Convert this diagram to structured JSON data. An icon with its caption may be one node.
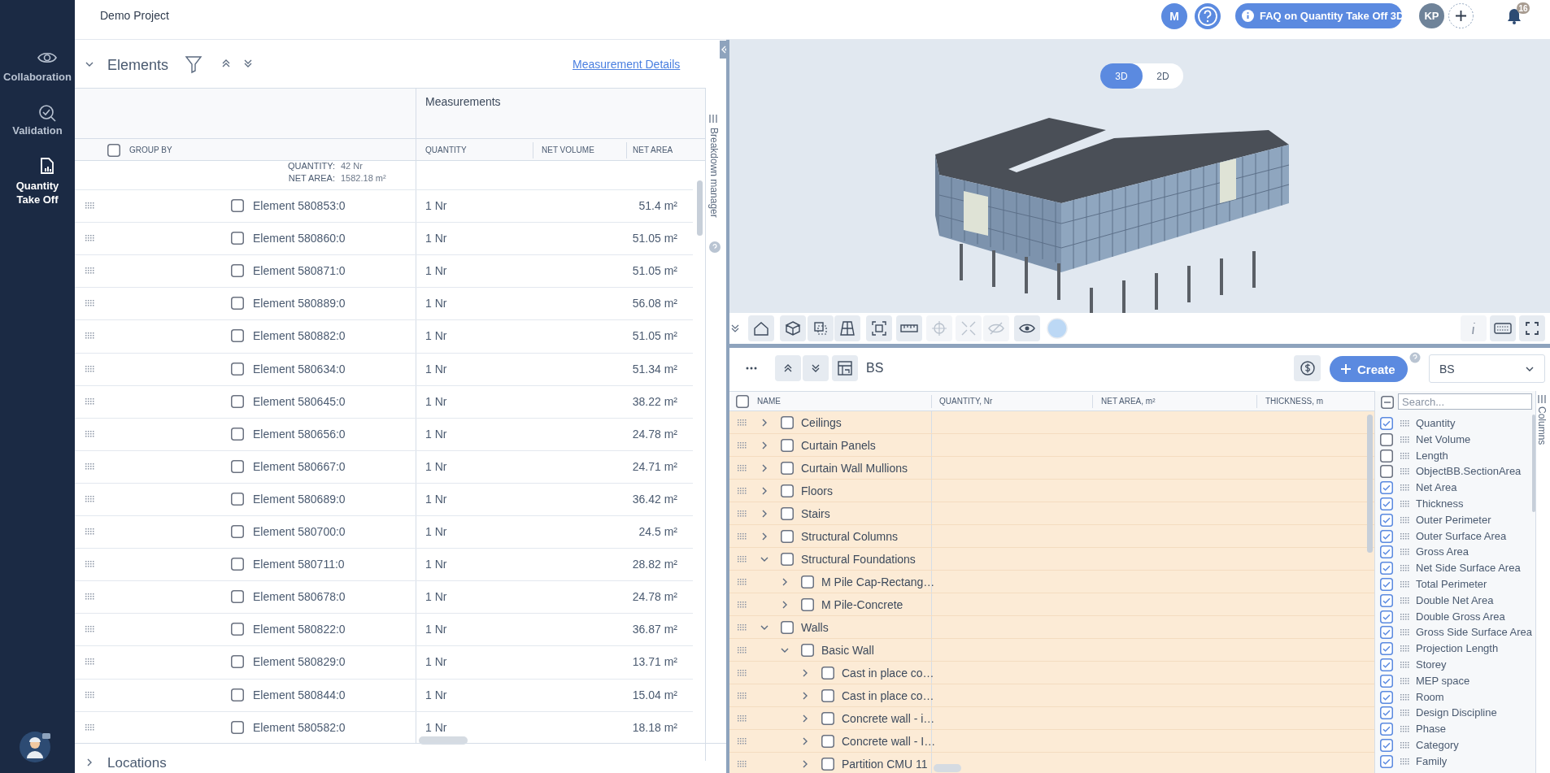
{
  "diagram": {
    "labels": [
      "Collaboration",
      "Validation",
      "Quantity Take Off",
      "Demo Project",
      "M",
      "FAQ on Quantity Take Off 3D",
      "KP",
      "16",
      "Elements",
      "Measurement Details",
      "Breakdown manager",
      "Measurements",
      "GROUP BY",
      "QUANTITY",
      "NET VOLUME",
      "NET AREA",
      "QUANTITY:",
      "42 Nr",
      "NET AREA:",
      "1582.18 m²",
      "Element 580853:0",
      "1 Nr",
      "51.4 m²",
      "Element 580860:0",
      "1 Nr",
      "51.05 m²",
      "Element 580871:0",
      "1 Nr",
      "51.05 m²",
      "Element 580889:0",
      "1 Nr",
      "56.08 m²",
      "Element 580882:0",
      "1 Nr",
      "51.05 m²",
      "Element 580634:0",
      "1 Nr",
      "51.34 m²",
      "Element 580645:0",
      "1 Nr",
      "38.22 m²",
      "Element 580656:0",
      "1 Nr",
      "24.78 m²",
      "Element 580667:0",
      "1 Nr",
      "24.71 m²",
      "Element 580689:0",
      "1 Nr",
      "36.42 m²",
      "Element 580700:0",
      "1 Nr",
      "24.5 m²",
      "Element 580711:0",
      "1 Nr",
      "28.82 m²",
      "Element 580678:0",
      "1 Nr",
      "24.78 m²",
      "Element 580822:0",
      "1 Nr",
      "36.87 m²",
      "Element 580829:0",
      "1 Nr",
      "13.71 m²",
      "Element 580844:0",
      "1 Nr",
      "15.04 m²",
      "Element 580582:0",
      "1 Nr",
      "18.18 m²",
      "Locations",
      "3D",
      "2D",
      "BS",
      "Create",
      "BS",
      "NAME",
      "QUANTITY, Nr",
      "NET AREA, m²",
      "THICKNESS, m",
      "Search...",
      "Ceilings",
      "Curtain Panels",
      "Curtain Wall Mullions",
      "Floors",
      "Stairs",
      "Structural Columns",
      "Structural Foundations",
      "M Pile Cap-Rectang…",
      "M Pile-Concrete",
      "Walls",
      "Basic Wall",
      "Cast in place co…",
      "Cast in place co…",
      "Concrete wall - i…",
      "Concrete wall - I…",
      "Partition CMU 11",
      "Quantity",
      "Net Volume",
      "Length",
      "ObjectBB.SectionArea",
      "Net Area",
      "Thickness",
      "Outer Perimeter",
      "Outer Surface Area",
      "Gross Area",
      "Net Side Surface Area",
      "Total Perimeter",
      "Double Net Area",
      "Double Gross Area",
      "Gross Side Surface Area",
      "Projection Length",
      "Storey",
      "MEP space",
      "Room",
      "Design Discipline",
      "Phase",
      "Category",
      "Family",
      "Columns"
    ]
  }
}
